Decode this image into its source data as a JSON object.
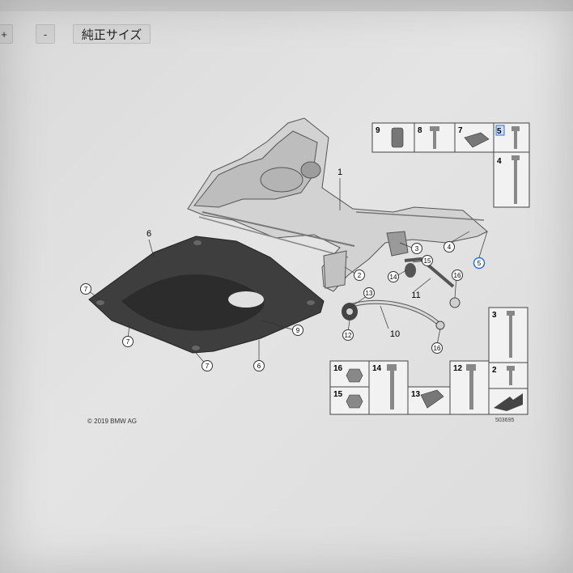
{
  "toolbar": {
    "zoom_in_label": "+",
    "zoom_out_label": "-",
    "size_label": "純正サイズ"
  },
  "diagram": {
    "callouts": {
      "c1": "1",
      "c2": "2",
      "c3": "3",
      "c4": "4",
      "c5": "5",
      "c6a": "6",
      "c6b": "6",
      "c7a": "7",
      "c7b": "7",
      "c7c": "7",
      "c9": "9",
      "c10": "10",
      "c11": "11",
      "c12": "12",
      "c13": "13",
      "c14": "14",
      "c15": "15",
      "c16a": "16",
      "c16b": "16"
    },
    "legend_top": {
      "n9": "9",
      "n8": "8",
      "n7": "7",
      "n5": "5",
      "n4": "4"
    },
    "legend_right": {
      "n3": "3",
      "n2": "2"
    },
    "legend_bottom": {
      "n16": "16",
      "n14": "14",
      "n15": "15",
      "n13": "13",
      "n12": "12"
    },
    "copyright": "© 2019 BMW AG",
    "image_number": "503695"
  }
}
